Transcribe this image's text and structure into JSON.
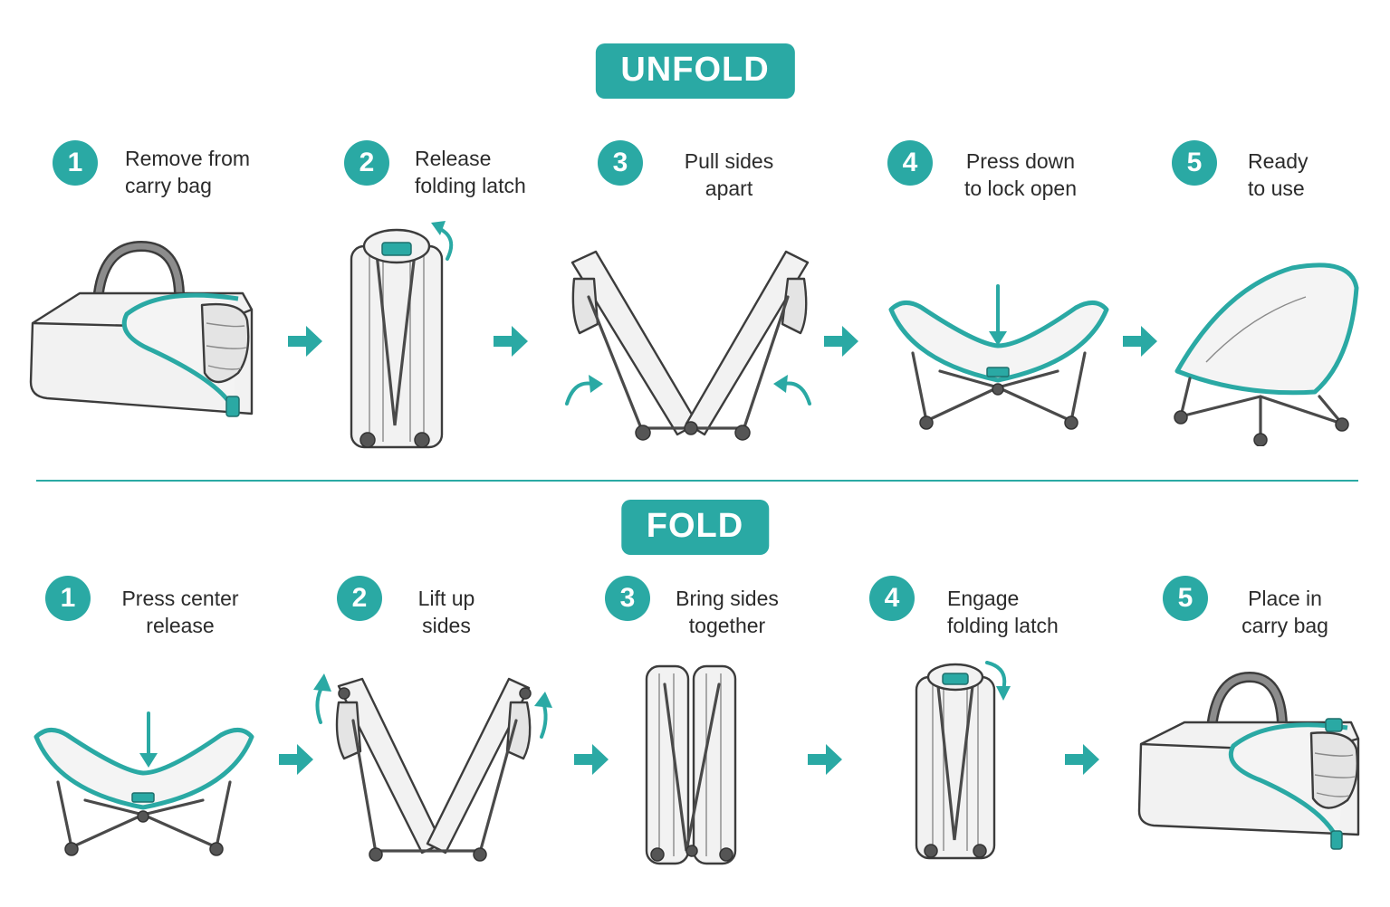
{
  "colors": {
    "accent": "#2aa9a4",
    "text": "#2b2b2b"
  },
  "unfold": {
    "title": "UNFOLD",
    "steps": [
      {
        "number": "1",
        "label": "Remove from\ncarry bag"
      },
      {
        "number": "2",
        "label": "Release\nfolding latch"
      },
      {
        "number": "3",
        "label": "Pull sides\napart"
      },
      {
        "number": "4",
        "label": "Press down\nto lock open"
      },
      {
        "number": "5",
        "label": "Ready\nto use"
      }
    ]
  },
  "fold": {
    "title": "FOLD",
    "steps": [
      {
        "number": "1",
        "label": "Press center\nrelease"
      },
      {
        "number": "2",
        "label": "Lift up\nsides"
      },
      {
        "number": "3",
        "label": "Bring sides\ntogether"
      },
      {
        "number": "4",
        "label": "Engage\nfolding latch"
      },
      {
        "number": "5",
        "label": "Place in\ncarry bag"
      }
    ]
  },
  "icons": {
    "step_arrow": "right-arrow-icon",
    "press_arrow": "down-arrow-icon",
    "rotate_arrow": "curved-arrow-icon"
  }
}
